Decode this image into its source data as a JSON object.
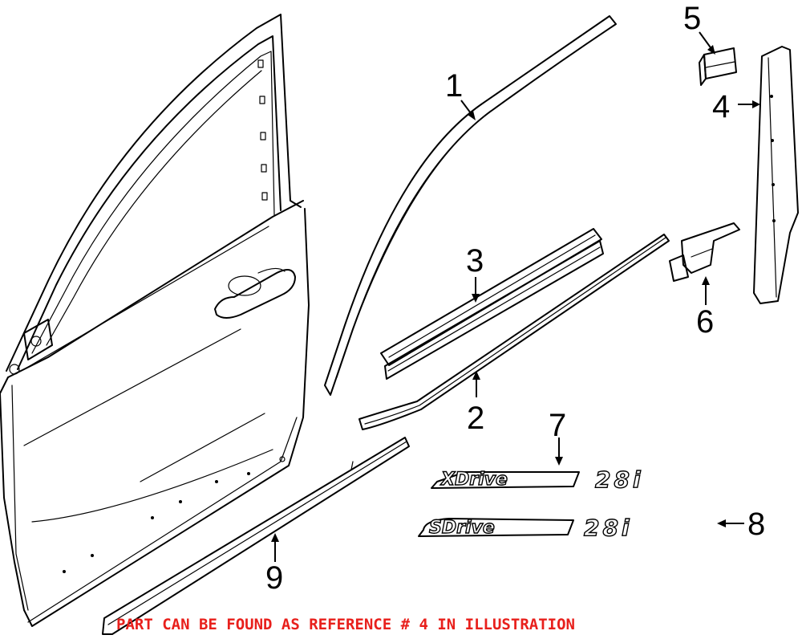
{
  "callouts": {
    "c1": "1",
    "c2": "2",
    "c3": "3",
    "c4": "4",
    "c5": "5",
    "c6": "6",
    "c7": "7",
    "c8": "8",
    "c9": "9"
  },
  "emblems": {
    "xdrive_word": "XDrive",
    "xdrive_number": "28i",
    "sdrive_word": "SDrive",
    "sdrive_number": "28i"
  },
  "notice": {
    "text": "PART CAN BE FOUND AS REFERENCE # 4 IN ILLUSTRATION",
    "color": "#e8201c"
  }
}
